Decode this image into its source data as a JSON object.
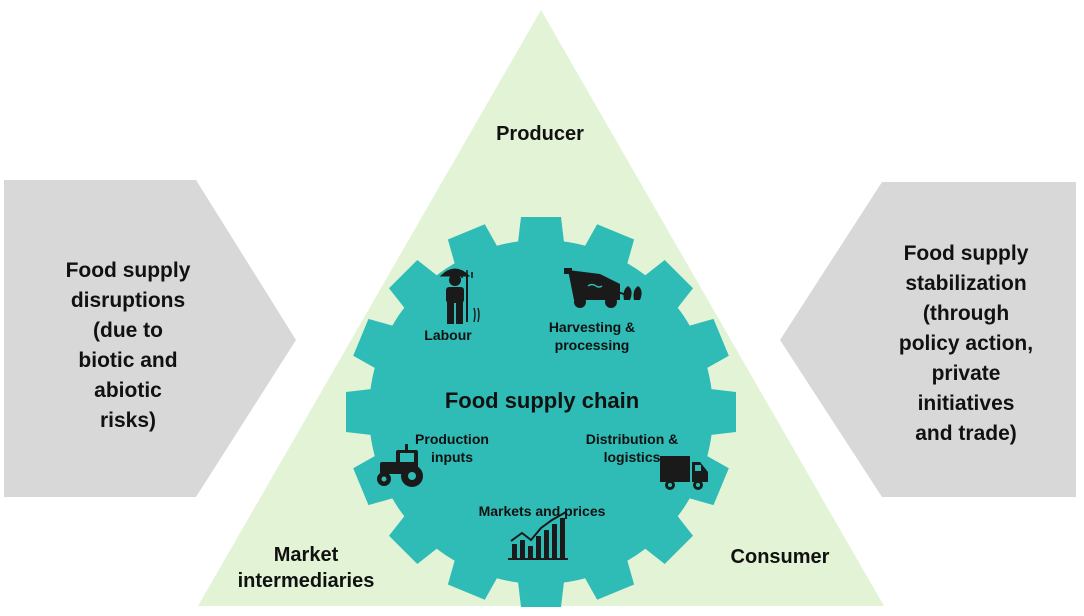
{
  "left_box": {
    "lines": [
      "Food supply",
      "disruptions",
      "(due to",
      "biotic and",
      "abiotic",
      "risks)"
    ]
  },
  "right_box": {
    "lines": [
      "Food supply",
      "stabilization",
      "(through",
      "policy action,",
      "private",
      "initiatives",
      "and trade)"
    ]
  },
  "triangle": {
    "top_label": "Producer",
    "bottom_left_label": [
      "Market",
      "intermediaries"
    ],
    "bottom_right_label": "Consumer"
  },
  "gear": {
    "title": "Food supply chain",
    "items": {
      "labour": {
        "label": "Labour",
        "icon": "farmer-icon"
      },
      "harvesting": {
        "label": [
          "Harvesting &",
          "processing"
        ],
        "icon": "harvester-icon"
      },
      "production": {
        "label": [
          "Production",
          "inputs"
        ],
        "icon": "tractor-icon"
      },
      "distribution": {
        "label": [
          "Distribution &",
          "logistics"
        ],
        "icon": "truck-icon"
      },
      "markets": {
        "label": "Markets and prices",
        "icon": "bar-chart-icon"
      }
    }
  },
  "colors": {
    "triangle_fill": "#e2f3d6",
    "gear_fill": "#2fbcb6",
    "box_fill": "#d8d8d8",
    "text": "#111111",
    "icon": "#1a1a1a"
  }
}
